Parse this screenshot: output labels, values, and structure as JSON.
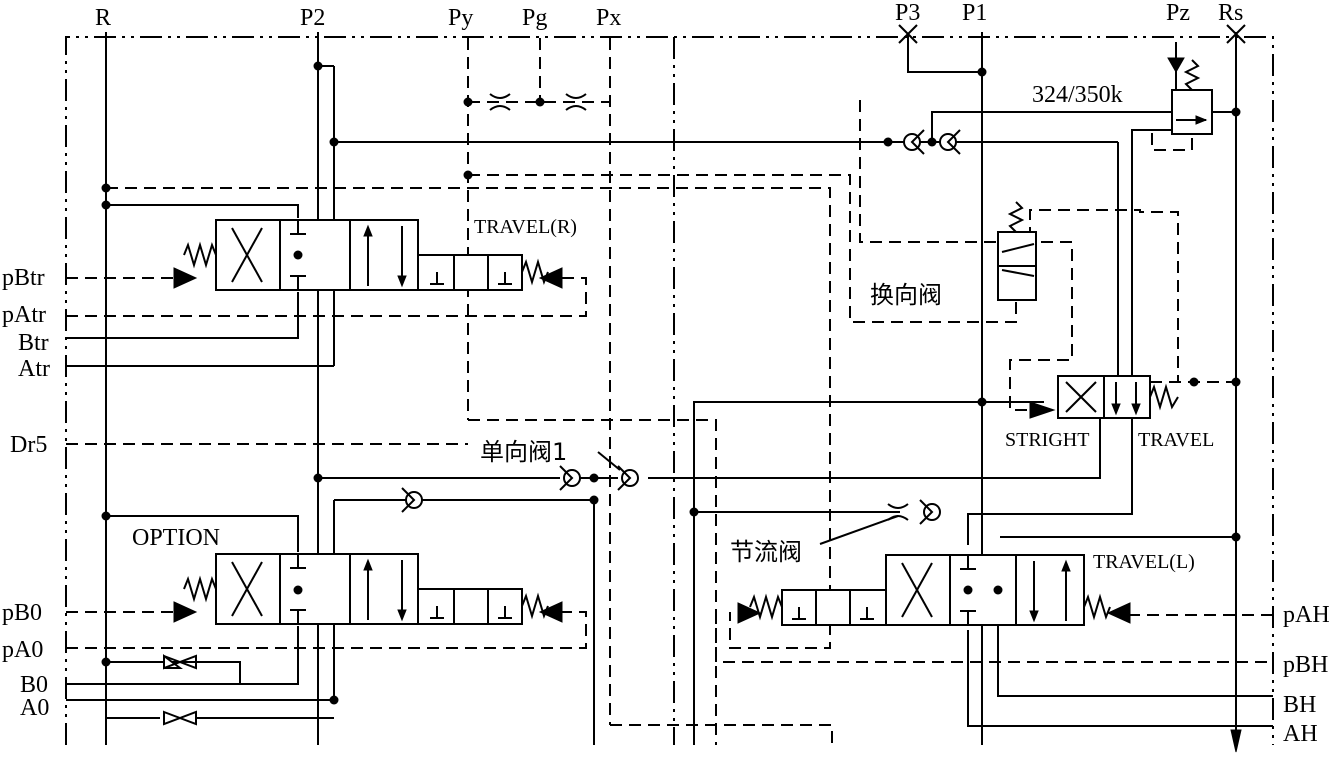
{
  "ports_top": {
    "r": "R",
    "p2": "P2",
    "py": "Py",
    "pg": "Pg",
    "px": "Px",
    "p3": "P3",
    "p1": "P1",
    "pz": "Pz",
    "rs": "Rs"
  },
  "ports_left": {
    "pbtr": "pBtr",
    "patr": "pAtr",
    "btr": "Btr",
    "atr": "Atr",
    "dr5": "Dr5",
    "pb0": "pB0",
    "pa0": "pA0",
    "b0": "B0",
    "a0": "A0"
  },
  "ports_right": {
    "pah": "pAH",
    "pbh": "pBH",
    "bh": "BH",
    "ah": "AH"
  },
  "labels": {
    "relief_setting": "324/350k",
    "travel_r": "TRAVEL(R)",
    "option": "OPTION",
    "travel_l": "TRAVEL(L)",
    "stright": "STRIGHT",
    "travel": "TRAVEL",
    "check_valve_1": "单向阀1",
    "shuttle_valve": "换向阀",
    "throttle_valve": "节流阀"
  }
}
